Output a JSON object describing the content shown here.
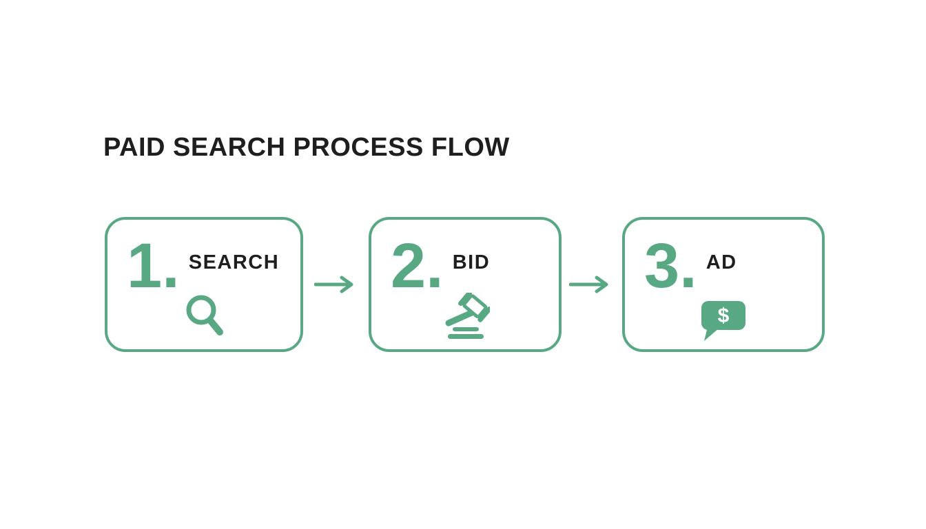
{
  "theme": {
    "background": "#ffffff",
    "accent_green": "#58a983",
    "heading_color": "#1e1e1e"
  },
  "title": "PAID SEARCH PROCESS FLOW",
  "steps": [
    {
      "number": "1.",
      "label": "SEARCH",
      "icon": "search-magnifier-icon"
    },
    {
      "number": "2.",
      "label": "BID",
      "icon": "auction-gavel-icon"
    },
    {
      "number": "3.",
      "label": "AD",
      "icon": "dollar-speech-bubble-icon",
      "badge_text": "$"
    }
  ],
  "connectors": [
    {
      "type": "arrow-right"
    },
    {
      "type": "arrow-right"
    }
  ]
}
